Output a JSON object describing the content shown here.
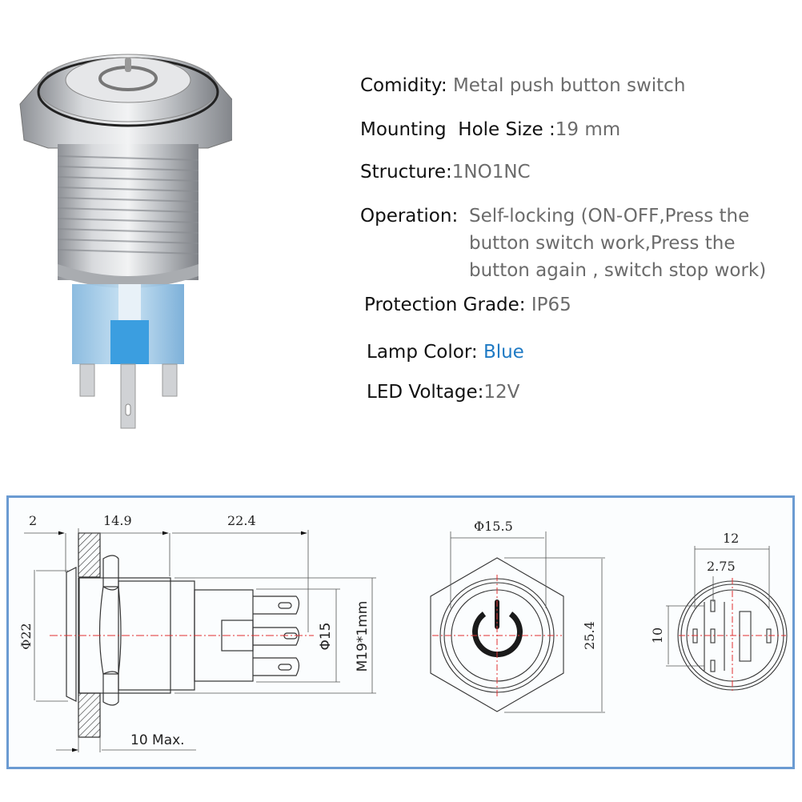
{
  "product": {
    "photo_label": "metal-push-button-switch-photo",
    "lamp_color_hex": "#2aa0e0"
  },
  "specs": [
    {
      "key": "Comidity:",
      "value": "Metal push button switch"
    },
    {
      "key": "Mounting  Hole Size :",
      "value": "19 mm"
    },
    {
      "key": "Structure:",
      "value": "1NO1NC"
    },
    {
      "key": "Operation:",
      "value": "Self-locking (ON-OFF,Press the",
      "value_lines": [
        "Self-locking (ON-OFF,Press the",
        "button switch work,Press the",
        "button again , switch stop work)"
      ]
    },
    {
      "key": "Protection Grade:",
      "value": "IP65"
    },
    {
      "key": "Lamp Color:",
      "value": "Blue",
      "value_color": "#1f7ac4"
    },
    {
      "key": "LED Voltage:",
      "value": "12V"
    }
  ],
  "drawing": {
    "side_view": {
      "dim_top_left": "2",
      "dim_top_mid": "14.9",
      "dim_top_right": "22.4",
      "dim_left": "Φ22",
      "dim_right_inner": "Φ15",
      "dim_right_outer": "M19*1mm",
      "dim_bottom": "10 Max."
    },
    "front_view": {
      "dim_top": "Φ15.5",
      "dim_right": "25.4"
    },
    "back_view": {
      "dim_top": "12",
      "dim_pin": "2.75",
      "dim_left": "10"
    },
    "frame_color": "#6b9bd2",
    "centerline_color": "#e03030"
  }
}
